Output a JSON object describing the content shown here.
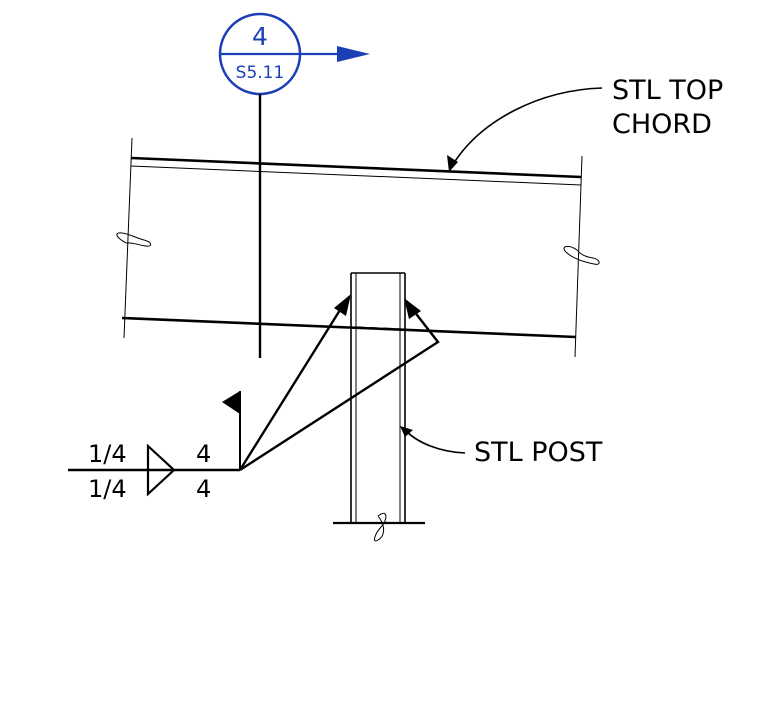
{
  "colors": {
    "line": "#000000",
    "section_marker": "#1c3fb8",
    "background": "#ffffff"
  },
  "section_marker": {
    "number": "4",
    "sheet": "S5.11"
  },
  "labels": {
    "top_chord_line1": "STL TOP",
    "top_chord_line2": "CHORD",
    "post": "STL POST"
  },
  "weld_symbol": {
    "arrow_side_size": "1/4",
    "other_side_size": "1/4",
    "arrow_side_length": "4",
    "other_side_length": "4",
    "weld_type": "fillet",
    "field_weld_flag": true
  }
}
